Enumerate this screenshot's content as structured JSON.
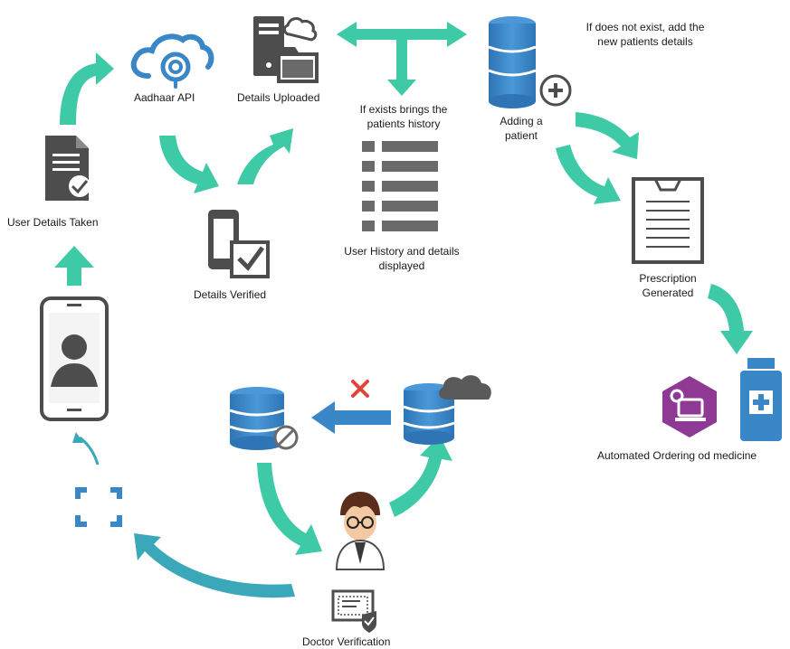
{
  "labels": {
    "aadhaar_api": "Aadhaar API",
    "details_uploaded": "Details Uploaded",
    "if_exists": [
      "If exists brings the",
      "patients history"
    ],
    "if_not_exist": [
      "If does not exist, add the",
      "new patients details"
    ],
    "user_details_taken": "User Details Taken",
    "details_verified": "Details Verified",
    "user_history": [
      "User History and details",
      "displayed"
    ],
    "adding_patient": [
      "Adding a",
      "patient"
    ],
    "prescription_generated": [
      "Prescription",
      "Generated"
    ],
    "automated_ordering": "Automated Ordering od medicine",
    "doctor_verification": "Doctor Verification"
  },
  "colors": {
    "teal": "#3ec9a7",
    "teal_dark": "#2fae8f",
    "blue": "#3a87c8",
    "blue_dark": "#2a6aa6",
    "blue_light": "#6aa9dc",
    "gray": "#4d4d4d",
    "purple": "#8e3a94",
    "red": "#e0443a"
  },
  "icons": [
    "document-check-icon",
    "cloud-fingerprint-icon",
    "server-folder-icon",
    "database-add-icon",
    "list-icon",
    "phone-check-icon",
    "prescription-clipboard-icon",
    "robot-hexagon-icon",
    "medicine-bottle-icon",
    "user-phone-icon",
    "scan-frame-icon",
    "database-blocked-icon",
    "cloud-database-icon",
    "red-x-icon",
    "doctor-icon",
    "certificate-icon"
  ]
}
